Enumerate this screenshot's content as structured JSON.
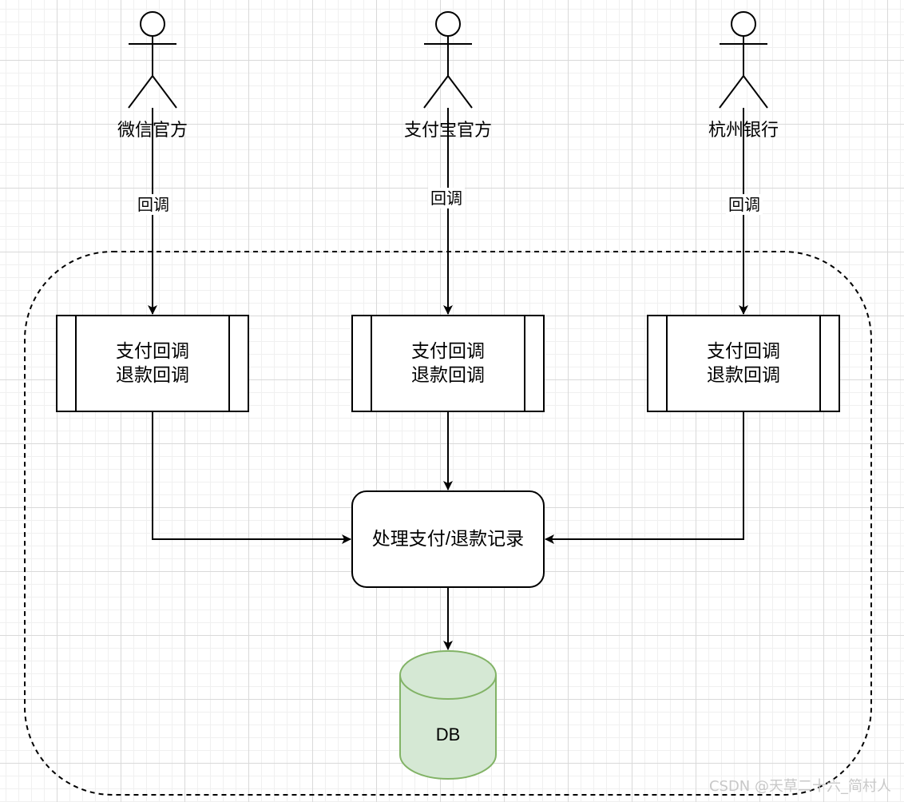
{
  "actors": [
    {
      "name": "微信官方"
    },
    {
      "name": "支付宝官方"
    },
    {
      "name": "杭州银行"
    }
  ],
  "edge_label": "回调",
  "callback_box": {
    "line1": "支付回调",
    "line2": "退款回调"
  },
  "process_box": {
    "label": "处理支付/退款记录"
  },
  "database": {
    "label": "DB",
    "fill": "#d5e8d4",
    "stroke": "#82b366"
  },
  "watermark": "CSDN @天草二十六_简村人"
}
